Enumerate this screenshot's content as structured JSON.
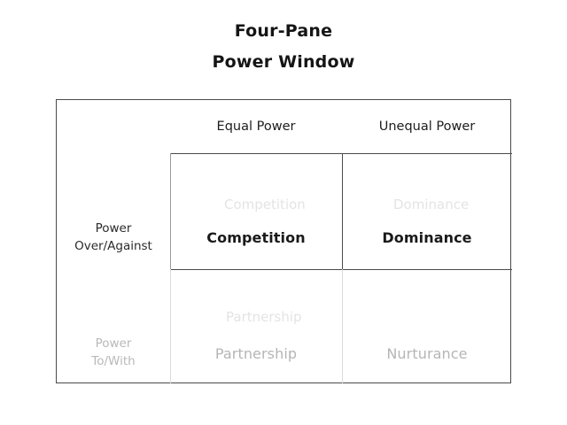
{
  "slide": {
    "title_line_1": "Four-Pane",
    "title_line_2": "Power Window"
  },
  "matrix": {
    "corner_label": "",
    "column_headers": [
      "Equal Power",
      "Unequal Power"
    ],
    "row_headers": [
      "Power\nOver/Against",
      "Power\nTo/With"
    ],
    "row_headers_display": [
      {
        "line_1": "Power",
        "line_2": "Over/Against"
      },
      {
        "line_1": "Power",
        "line_2": "To/With"
      }
    ],
    "cells": [
      {
        "row": "Power Over/Against",
        "column": "Equal Power",
        "label": "Competition"
      },
      {
        "row": "Power Over/Against",
        "column": "Unequal Power",
        "label": "Dominance"
      },
      {
        "row": "Power To/With",
        "column": "Equal Power",
        "label": "Partnership"
      },
      {
        "row": "Power To/With",
        "column": "Unequal Power",
        "label": "Nurturance"
      }
    ]
  },
  "colors": {
    "background": "#ffffff",
    "title_text": "#151515",
    "header_text": "#1d1d1d",
    "emphasized_text": "#1a1a1a",
    "faded_text": "#b5b5b5",
    "border": "#4a4a4a",
    "border_faded": "#dcdcdc"
  }
}
